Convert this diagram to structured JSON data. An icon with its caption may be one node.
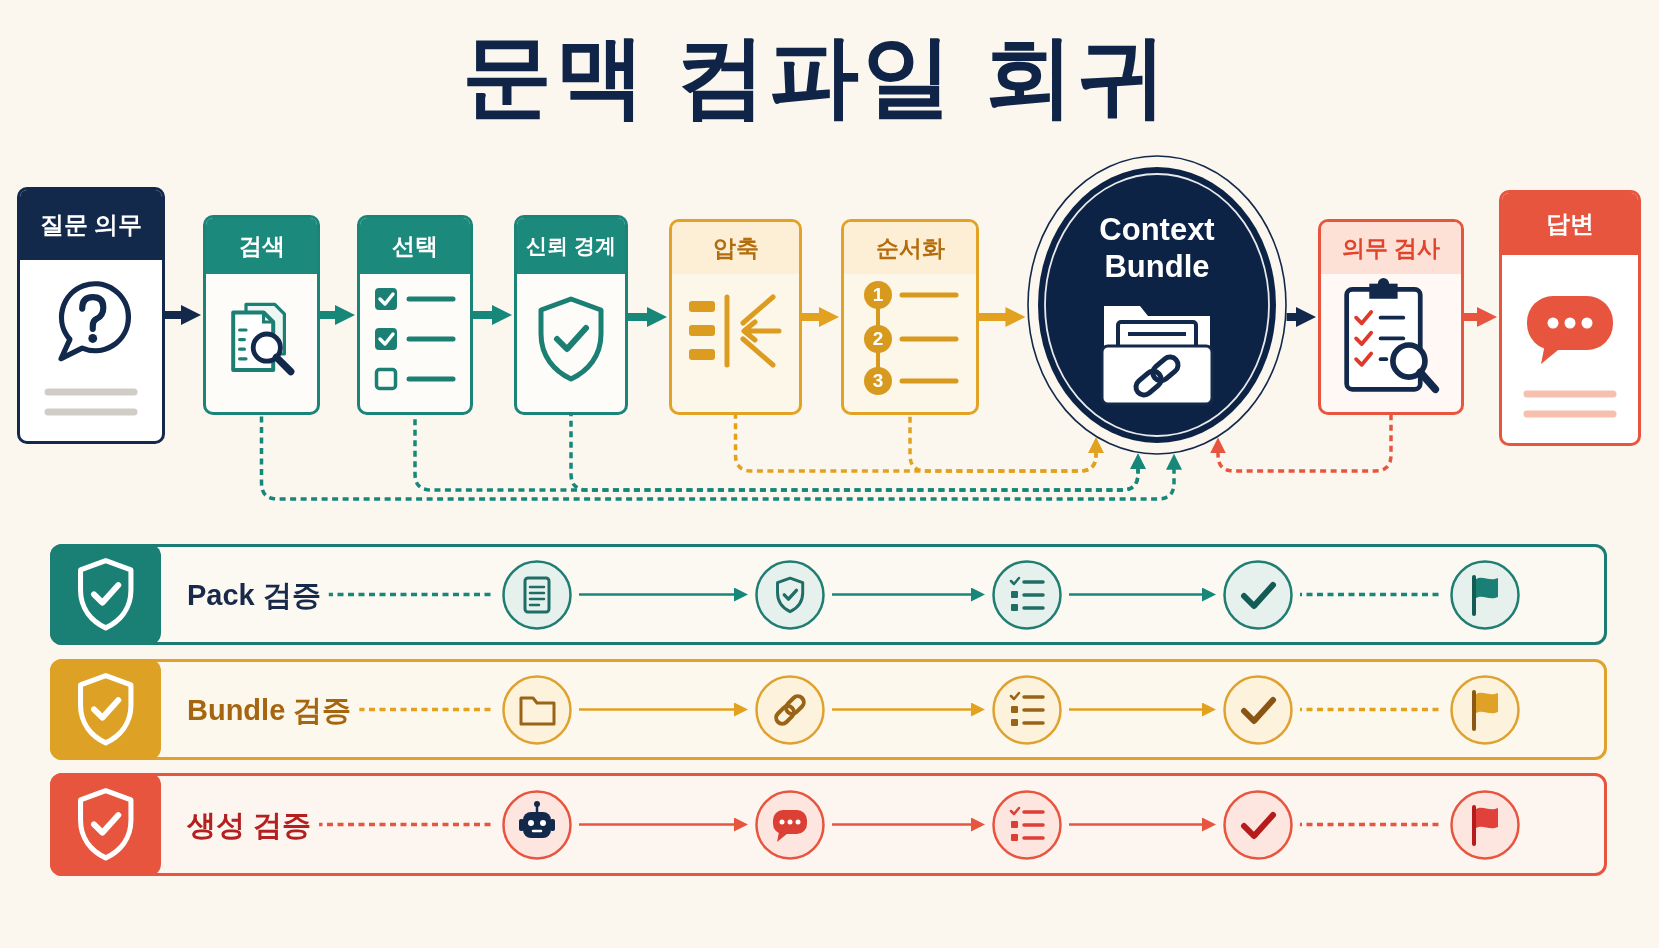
{
  "diagram": {
    "title": "문맥 컴파일 회귀",
    "nodes": [
      {
        "text": [
          "질문 의무"
        ]
      },
      {
        "text": [
          "검색"
        ]
      },
      {
        "text": [
          "선택"
        ]
      },
      {
        "text": [
          "신뢰 경계"
        ]
      },
      {
        "text": [
          "압축"
        ]
      },
      {
        "text": [
          "순서화"
        ]
      },
      {
        "text": [
          "Context Bundle"
        ]
      },
      {
        "text": [
          "의무 검사"
        ]
      },
      {
        "text": [
          "답변"
        ]
      },
      {
        "text": [],
        "shape": "box"
      },
      {
        "text": [
          "Pack 검증"
        ],
        "in": 9
      },
      {
        "text": [],
        "shape": "circle",
        "in": 9
      },
      {
        "text": [],
        "shape": "circle",
        "in": 9
      },
      {
        "text": [],
        "shape": "circle",
        "in": 9
      },
      {
        "text": [],
        "shape": "circle",
        "in": 9
      },
      {
        "text": [],
        "shape": "circle",
        "in": 9
      },
      {
        "text": [],
        "shape": "box"
      },
      {
        "text": [
          "Bundle 검증"
        ],
        "in": 16
      },
      {
        "text": [],
        "shape": "circle",
        "in": 16
      },
      {
        "text": [],
        "shape": "circle",
        "in": 16
      },
      {
        "text": [],
        "shape": "circle",
        "in": 16
      },
      {
        "text": [],
        "shape": "circle",
        "in": 16
      },
      {
        "text": [],
        "shape": "circle",
        "in": 16
      },
      {
        "text": [],
        "shape": "box"
      },
      {
        "text": [
          "생성 검증"
        ],
        "in": 23
      },
      {
        "text": [],
        "shape": "circle",
        "in": 23
      },
      {
        "text": [],
        "shape": "circle",
        "in": 23
      },
      {
        "text": [],
        "shape": "circle",
        "in": 23
      },
      {
        "text": [],
        "shape": "circle",
        "in": 23
      },
      {
        "text": [],
        "shape": "circle",
        "in": 23
      }
    ],
    "edges": [
      {
        "from": 0,
        "to": 1,
        "arrow": "to",
        "style": "thick",
        "color": "#13294b"
      },
      {
        "from": 1,
        "to": 2,
        "arrow": "to",
        "style": "thick"
      },
      {
        "from": 2,
        "to": 3,
        "arrow": "to",
        "style": "thick"
      },
      {
        "from": 3,
        "to": 4,
        "arrow": "to",
        "style": "thick"
      },
      {
        "from": 4,
        "to": 5,
        "arrow": "to",
        "style": "thick",
        "color": "#e2a11f"
      },
      {
        "from": 5,
        "to": 6,
        "arrow": "to",
        "style": "thick",
        "color": "#e2a11f"
      },
      {
        "from": 6,
        "to": 7,
        "arrow": "to",
        "style": "thick",
        "color": "#13294b"
      },
      {
        "from": 7,
        "to": 8,
        "arrow": "to",
        "style": "thick",
        "color": "#e8553e"
      },
      {
        "from": 1,
        "to": 6,
        "arrow": "to",
        "style": "dashed"
      },
      {
        "from": 2,
        "to": 6,
        "arrow": "to",
        "style": "dashed"
      },
      {
        "from": 3,
        "to": 6,
        "arrow": "to",
        "style": "dashed"
      },
      {
        "from": 4,
        "to": 6,
        "arrow": "to",
        "style": "dashed",
        "color": "#e2a11f"
      },
      {
        "from": 5,
        "to": 6,
        "arrow": "to",
        "style": "dashed",
        "color": "#e2a11f"
      },
      {
        "from": 7,
        "to": 6,
        "arrow": "to",
        "style": "dashed",
        "color": "#e8553e"
      },
      {
        "from": 10,
        "to": 11,
        "arrow": "none",
        "style": "dashed"
      },
      {
        "from": 11,
        "to": 12,
        "arrow": "to"
      },
      {
        "from": 12,
        "to": 13,
        "arrow": "to"
      },
      {
        "from": 13,
        "to": 14,
        "arrow": "to"
      },
      {
        "from": 14,
        "to": 15,
        "arrow": "none",
        "style": "dashed"
      },
      {
        "from": 17,
        "to": 18,
        "arrow": "none",
        "style": "dashed",
        "color": "#e2a11f"
      },
      {
        "from": 18,
        "to": 19,
        "arrow": "to",
        "color": "#e2a11f"
      },
      {
        "from": 19,
        "to": 20,
        "arrow": "to",
        "color": "#e2a11f"
      },
      {
        "from": 20,
        "to": 21,
        "arrow": "to",
        "color": "#e2a11f"
      },
      {
        "from": 21,
        "to": 22,
        "arrow": "none",
        "style": "dashed",
        "color": "#e2a11f"
      },
      {
        "from": 24,
        "to": 25,
        "arrow": "none",
        "style": "dashed",
        "color": "#e8553e"
      },
      {
        "from": 25,
        "to": 26,
        "arrow": "to",
        "color": "#e8553e"
      },
      {
        "from": 26,
        "to": 27,
        "arrow": "to",
        "color": "#e8553e"
      },
      {
        "from": 27,
        "to": 28,
        "arrow": "to",
        "color": "#e8553e"
      },
      {
        "from": 28,
        "to": 29,
        "arrow": "none",
        "style": "dashed",
        "color": "#e8553e"
      }
    ],
    "labels": [
      "1",
      "2",
      "3"
    ]
  }
}
